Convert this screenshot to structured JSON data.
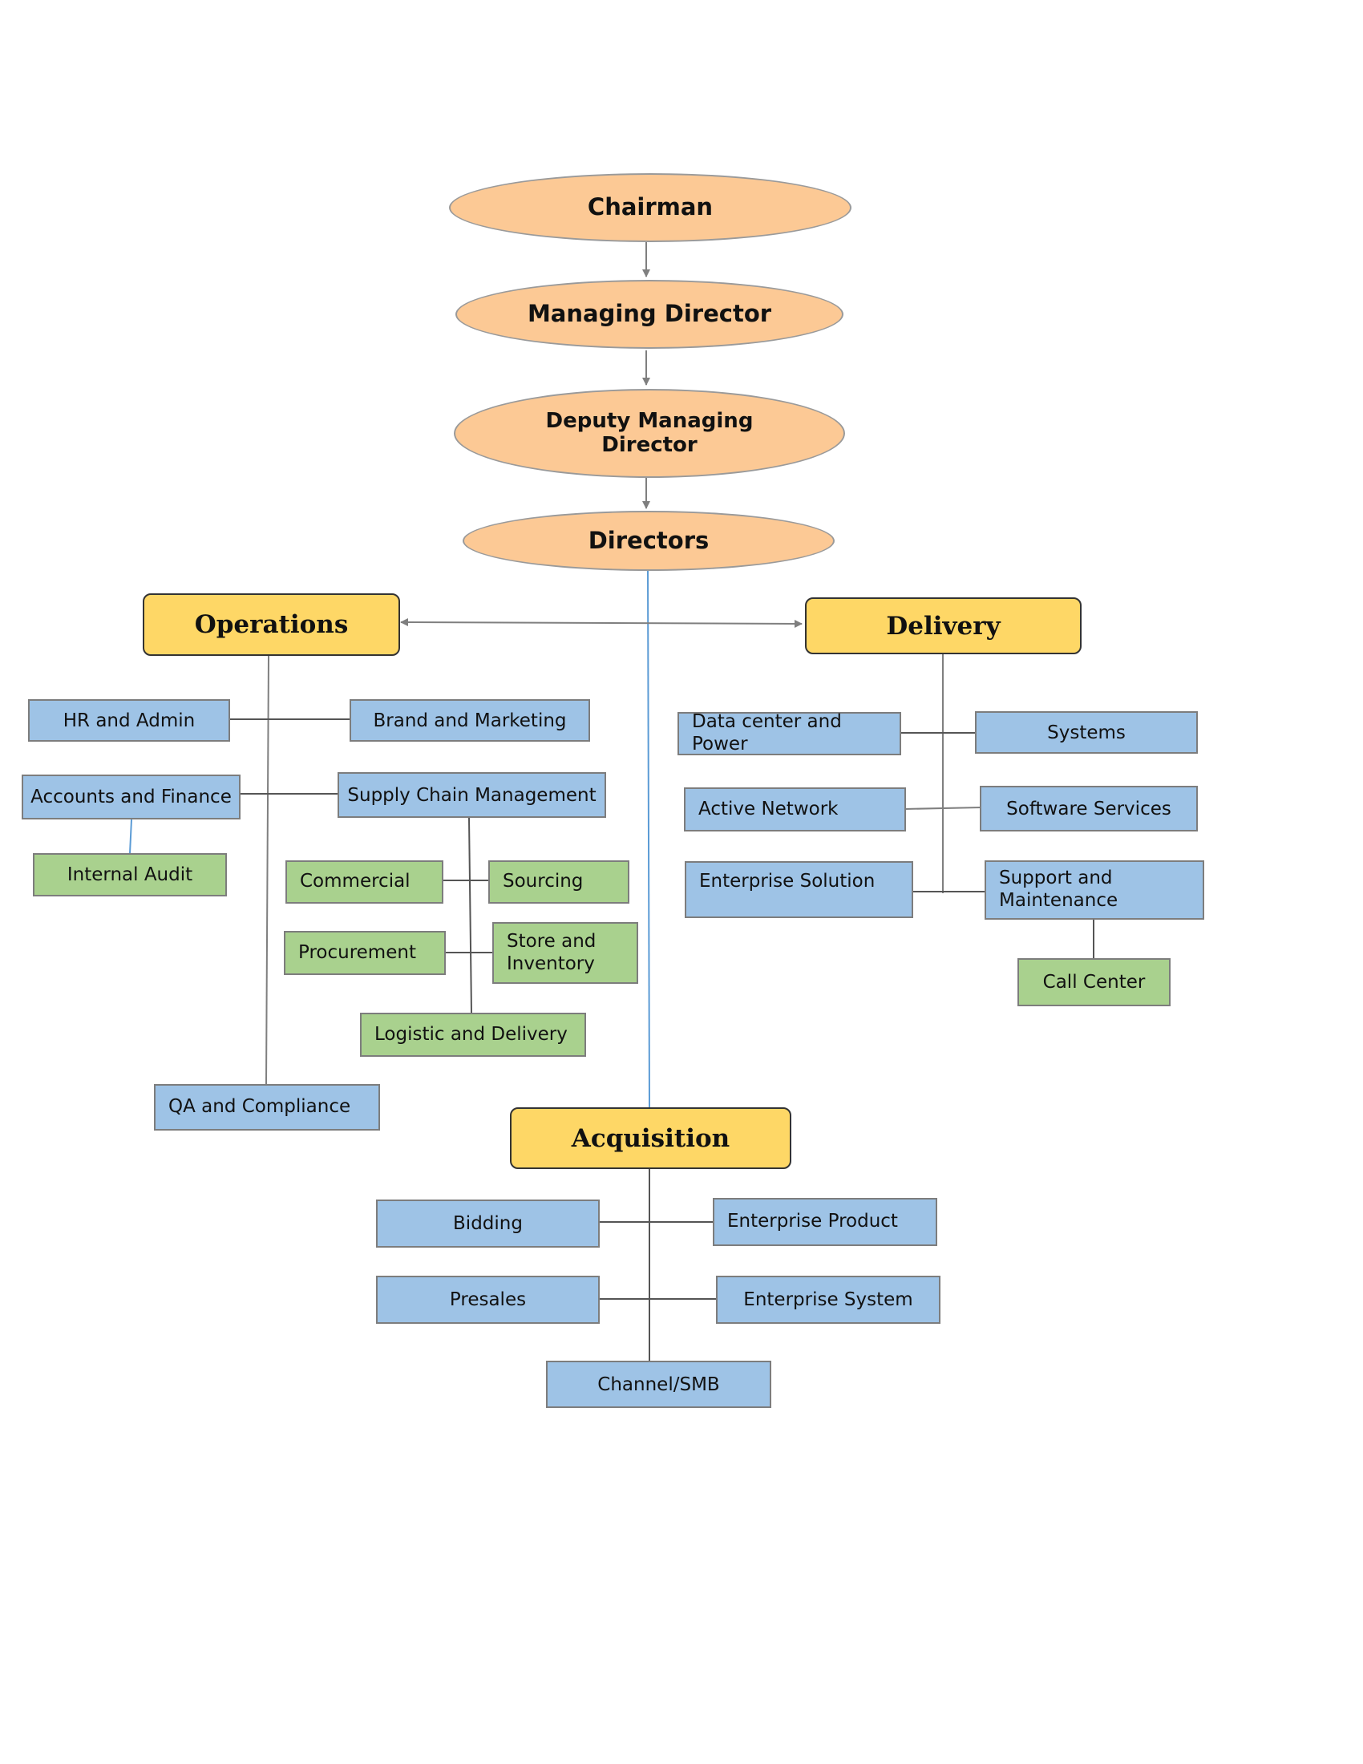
{
  "executive": {
    "chairman": "Chairman",
    "managing_director": "Managing Director",
    "deputy_md_line1": "Deputy Managing",
    "deputy_md_line2": "Director",
    "directors": "Directors"
  },
  "operations": {
    "title": "Operations",
    "hr_admin": "HR and Admin",
    "brand_marketing": "Brand and Marketing",
    "accounts_finance": "Accounts and Finance",
    "supply_chain": "Supply Chain Management",
    "internal_audit": "Internal Audit",
    "commercial": "Commercial",
    "sourcing": "Sourcing",
    "procurement": "Procurement",
    "store_line1": "Store and",
    "store_line2": "Inventory",
    "logistic": "Logistic and Delivery",
    "qa": "QA and Compliance"
  },
  "delivery": {
    "title": "Delivery",
    "data_center": "Data center and Power",
    "systems": "Systems",
    "active_network": "Active Network",
    "software_services": "Software Services",
    "enterprise_solution": "Enterprise Solution",
    "support_line1": "Support and",
    "support_line2": "Maintenance",
    "call_center": "Call Center"
  },
  "acquisition": {
    "title": "Acquisition",
    "bidding": "Bidding",
    "enterprise_product": "Enterprise Product",
    "presales": "Presales",
    "enterprise_system": "Enterprise System",
    "channel_smb": "Channel/SMB"
  },
  "colors": {
    "oval_fill": "#fcc995",
    "dept_fill": "#fed766",
    "unit_fill": "#9ec3e6",
    "subunit_fill": "#a9d18e",
    "connector": "#7f7f7f",
    "accent_line": "#5b9bd5"
  }
}
